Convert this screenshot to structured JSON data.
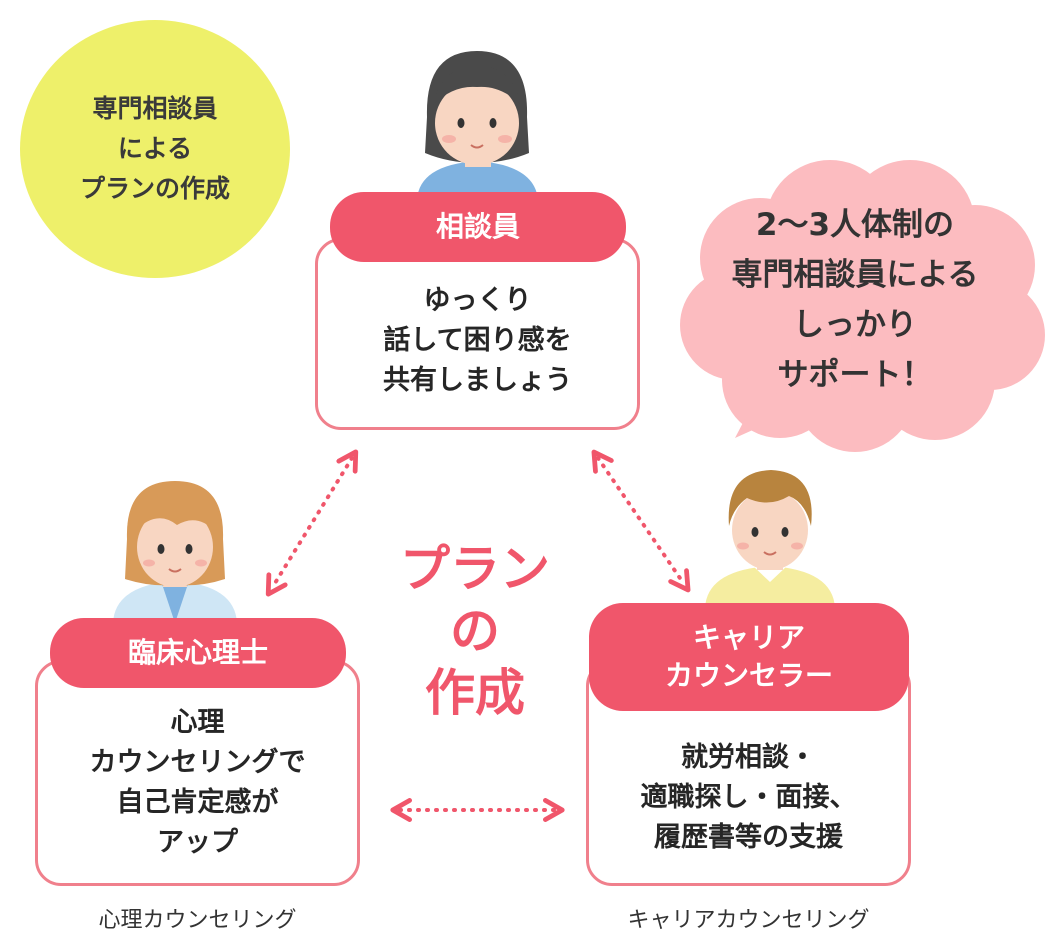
{
  "badge": {
    "lines": [
      "専門相談員",
      "による",
      "プランの作成"
    ]
  },
  "bubble": {
    "lines": [
      "2〜3人体制の",
      "専門相談員による",
      "しっかり",
      "サポート！"
    ]
  },
  "center": {
    "lines": [
      "プラン",
      "の",
      "作成"
    ]
  },
  "counselor": {
    "role": "相談員",
    "lines": [
      "ゆっくり",
      "話して困り感を",
      "共有しましょう"
    ]
  },
  "psychologist": {
    "role": "臨床心理士",
    "lines": [
      "心理",
      "カウンセリングで",
      "自己肯定感が",
      "アップ"
    ],
    "caption": "心理カウンセリング"
  },
  "career": {
    "role_lines": [
      "キャリア",
      "カウンセラー"
    ],
    "lines": [
      "就労相談・",
      "適職探し・面接、",
      "履歴書等の支援"
    ],
    "caption": "キャリアカウンセリング"
  },
  "colors": {
    "accent_pink": "#f0566b",
    "border_pink": "#f0808c",
    "badge_yellow": "#eef06a",
    "cloud_pink": "#fcbcc0"
  }
}
